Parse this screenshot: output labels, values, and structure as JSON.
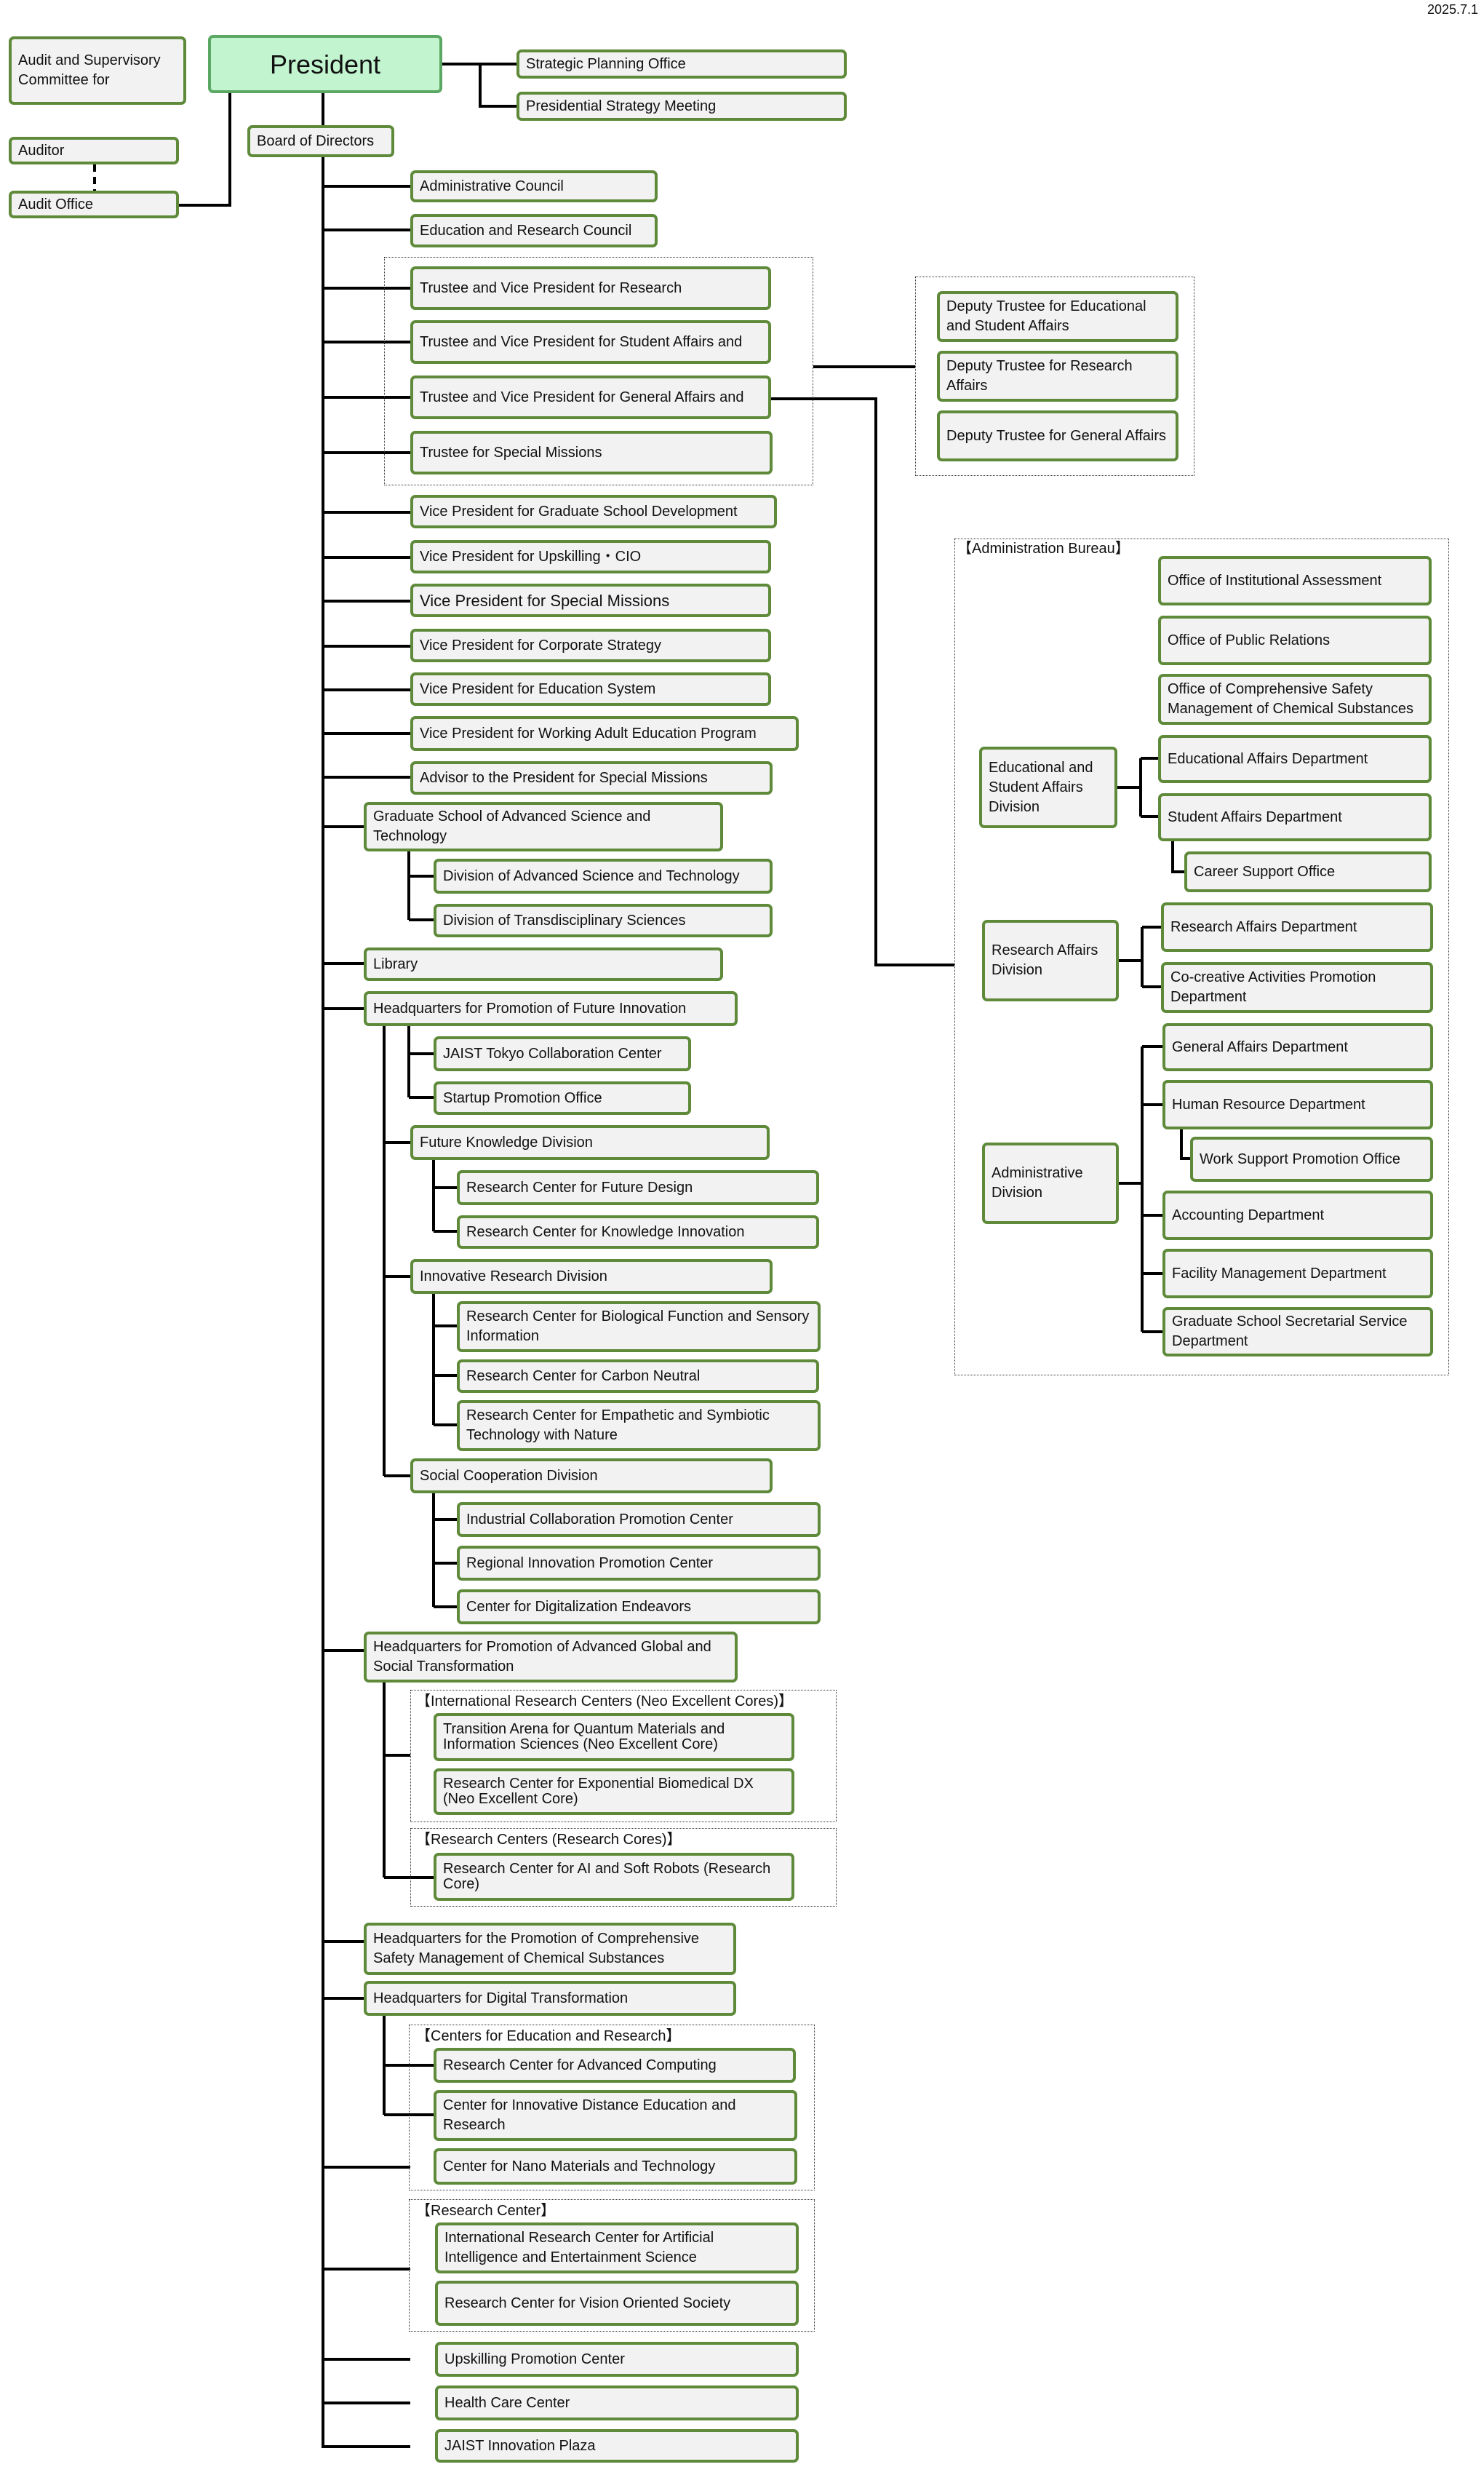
{
  "date": "2025.7.1",
  "top": {
    "president": "President",
    "audit_committee": "Audit and Supervisory Committee for",
    "auditor": "Auditor",
    "audit_office": "Audit Office",
    "strategic_planning_office": "Strategic Planning Office",
    "presidential_strategy_meeting": "Presidential Strategy Meeting",
    "board_of_directors": "Board of Directors"
  },
  "councils": [
    "Administrative Council",
    "Education and Research Council"
  ],
  "trustees": [
    "Trustee and Vice President for Research",
    "Trustee and Vice President for Student Affairs and",
    "Trustee and Vice President for General Affairs and",
    "Trustee for Special Missions"
  ],
  "deputy_trustees": [
    "Deputy Trustee for Educational and Student Affairs",
    "Deputy Trustee for Research Affairs",
    "Deputy Trustee for General Affairs"
  ],
  "vice_presidents": [
    "Vice President for Graduate School Development",
    "Vice President for Upskilling・CIO",
    "Vice President for Special Missions",
    "Vice President for Corporate Strategy",
    "Vice President for Education System",
    "Vice President for Working Adult Education Program",
    "Advisor to the President for Special Missions"
  ],
  "graduate_school": {
    "name": "Graduate School of Advanced Science and Technology",
    "divisions": [
      "Division of Advanced Science and Technology",
      "Division of Transdisciplinary Sciences"
    ]
  },
  "library": "Library",
  "hq_future": {
    "name": "Headquarters for Promotion of Future Innovation",
    "centers": [
      "JAIST Tokyo Collaboration Center",
      "Startup Promotion Office"
    ],
    "future_knowledge": {
      "name": "Future Knowledge Division",
      "centers": [
        "Research Center for Future Design",
        "Research Center for Knowledge Innovation"
      ]
    },
    "innovative_research": {
      "name": "Innovative Research Division",
      "centers": [
        "Research Center for Biological Function and Sensory Information",
        "Research Center for Carbon Neutral",
        "Research Center for Empathetic and Symbiotic Technology with Nature"
      ]
    },
    "social_cooperation": {
      "name": "Social Cooperation Division",
      "centers": [
        "Industrial Collaboration Promotion Center",
        "Regional Innovation Promotion Center",
        "Center for Digitalization Endeavors"
      ]
    }
  },
  "hq_global": {
    "name": "Headquarters for Promotion of Advanced Global and Social Transformation",
    "neo_label": "【International Research Centers (Neo Excellent Cores)】",
    "neo_centers": [
      "Transition Arena for Quantum Materials and Information Sciences (Neo Excellent Core)",
      "Research Center for Exponential Biomedical DX (Neo Excellent Core)"
    ],
    "cores_label": "【Research Centers (Research Cores)】",
    "cores_centers": [
      "Research Center for AI and Soft Robots (Research Core)"
    ]
  },
  "hq_chemical": "Headquarters for the Promotion of Comprehensive Safety Management of Chemical Substances",
  "hq_digital": {
    "name": "Headquarters for Digital Transformation",
    "edu_label": "【Centers for Education and Research】",
    "edu_centers": [
      "Research Center for Advanced Computing",
      "Center for Innovative Distance Education and Research",
      "Center for Nano Materials and Technology"
    ]
  },
  "research_center": {
    "label": "【Research Center】",
    "centers": [
      "International Research Center for Artificial Intelligence and Entertainment Science",
      "Research Center for Vision Oriented Society"
    ]
  },
  "bottom": [
    "Upskilling Promotion Center",
    "Health Care Center",
    "JAIST Innovation Plaza"
  ],
  "admin_bureau": {
    "label": "【Administration Bureau】",
    "offices": [
      "Office of Institutional Assessment",
      "Office of Public Relations",
      "Office of Comprehensive Safety Management of Chemical Substances"
    ],
    "edu_division": {
      "name": "Educational and Student Affairs Division",
      "departments": [
        "Educational Affairs Department",
        "Student Affairs Department"
      ],
      "sub": "Career Support Office"
    },
    "research_division": {
      "name": "Research Affairs Division",
      "departments": [
        "Research Affairs Department",
        "Co-creative Activities Promotion Department"
      ]
    },
    "admin_division": {
      "name": "Administrative Division",
      "departments": [
        "General Affairs Department",
        "Human Resource Department",
        "Accounting Department",
        "Facility Management Department",
        "Graduate School Secretarial Service Department"
      ],
      "sub": "Work Support Promotion Office"
    }
  }
}
